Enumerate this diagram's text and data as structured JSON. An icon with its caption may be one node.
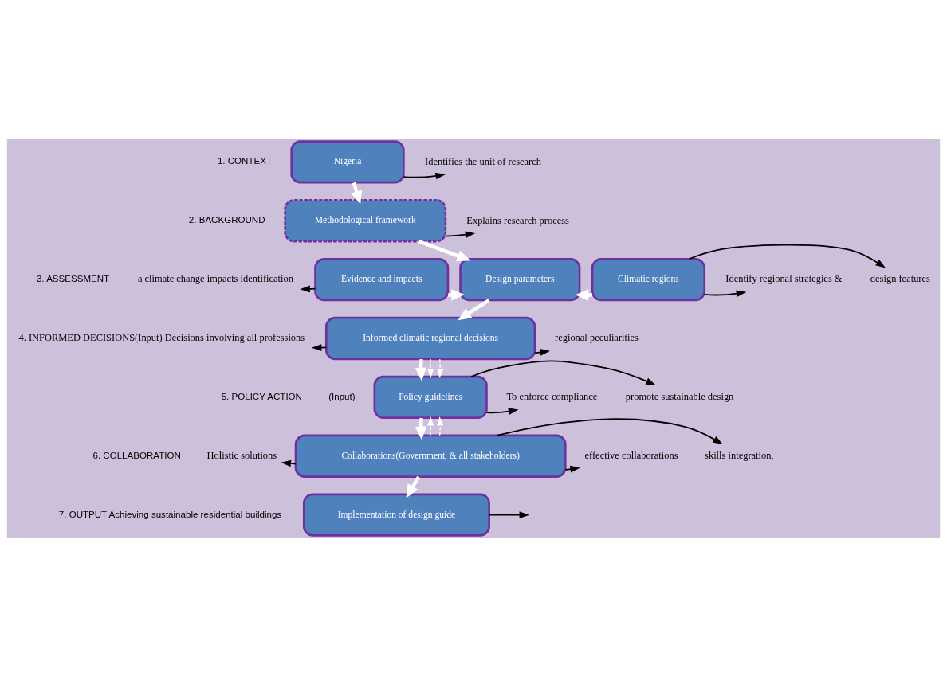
{
  "diagram": {
    "nodes": [
      {
        "text": [
          "Nigeria"
        ]
      },
      {
        "text": [
          "Methodological framework"
        ]
      },
      {
        "text": [
          "Evidence and impacts"
        ]
      },
      {
        "text": [
          "Design parameters"
        ]
      },
      {
        "text": [
          "Climatic regions"
        ]
      },
      {
        "text": [
          "Informed climatic regional decisions"
        ]
      },
      {
        "text": [
          "Policy guidelines"
        ]
      },
      {
        "text": [
          "Collaborations(Government, & all stakeholders)"
        ]
      },
      {
        "text": [
          "Implementation of design guide"
        ]
      },
      {
        "text": [
          "Identifies the unit of research"
        ]
      },
      {
        "text": [
          "Explains research process"
        ]
      },
      {
        "text": [
          "a climate change impacts identification"
        ]
      },
      {
        "text": [
          "Identify regional strategies &"
        ]
      },
      {
        "text": [
          "design features"
        ]
      },
      {
        "text": [
          "4. INFORMED DECISIONS(Input) Decisions involving all professions"
        ]
      },
      {
        "text": [
          "regional peculiarities"
        ]
      },
      {
        "text": [
          "To enforce compliance"
        ]
      },
      {
        "text": [
          "promote sustainable design"
        ]
      },
      {
        "text": [
          "effective collaborations"
        ]
      },
      {
        "text": [
          "skills integration,"
        ]
      },
      {
        "text": [
          "Holistic solutions"
        ]
      }
    ],
    "edges": [
      {
        "from": 0,
        "to": 1,
        "arrow": "to",
        "style": "thick",
        "color": "#ffffff"
      },
      {
        "from": 1,
        "to": 3,
        "arrow": "to",
        "style": "thick",
        "color": "#ffffff"
      },
      {
        "from": 2,
        "to": 3,
        "arrow": "to",
        "style": "thick",
        "color": "#ffffff"
      },
      {
        "from": 4,
        "to": 3,
        "arrow": "to",
        "style": "thick",
        "color": "#ffffff"
      },
      {
        "from": 3,
        "to": 5,
        "arrow": "to",
        "style": "thick",
        "color": "#ffffff"
      },
      {
        "from": 5,
        "to": 6,
        "arrow": "to",
        "style": "thick",
        "color": "#ffffff"
      },
      {
        "from": 5,
        "to": 6,
        "arrow": "to",
        "style": "dashed",
        "color": "#ffffff"
      },
      {
        "from": 5,
        "to": 6,
        "arrow": "to",
        "style": "dashed",
        "color": "#ffffff"
      },
      {
        "from": 7,
        "to": 6,
        "arrow": "to",
        "style": "dashed",
        "color": "#ffffff"
      },
      {
        "from": 7,
        "to": 6,
        "arrow": "to",
        "style": "dashed",
        "color": "#ffffff"
      },
      {
        "from": 6,
        "to": 7,
        "arrow": "to",
        "style": "thick",
        "color": "#ffffff"
      },
      {
        "from": 7,
        "to": 8,
        "arrow": "to",
        "style": "thick",
        "color": "#ffffff"
      },
      {
        "from": 0,
        "to": 9,
        "arrow": "to",
        "color": "#000000"
      },
      {
        "from": 1,
        "to": 10,
        "arrow": "to",
        "color": "#000000"
      },
      {
        "from": 2,
        "to": 11,
        "arrow": "to",
        "color": "#000000"
      },
      {
        "from": 4,
        "to": 12,
        "arrow": "to",
        "color": "#000000"
      },
      {
        "from": 4,
        "to": 13,
        "arrow": "to",
        "color": "#000000"
      },
      {
        "from": 5,
        "to": 14,
        "arrow": "to",
        "color": "#000000"
      },
      {
        "from": 5,
        "to": 15,
        "arrow": "to",
        "color": "#000000"
      },
      {
        "from": 6,
        "to": 16,
        "arrow": "to",
        "color": "#000000"
      },
      {
        "from": 6,
        "to": 17,
        "arrow": "to",
        "color": "#000000"
      },
      {
        "from": 7,
        "to": 18,
        "arrow": "to",
        "color": "#000000"
      },
      {
        "from": 7,
        "to": 19,
        "arrow": "to",
        "color": "#000000"
      },
      {
        "from": 7,
        "to": 20,
        "arrow": "to",
        "color": "#000000"
      },
      {
        "from": 8,
        "to": null,
        "arrow": "to",
        "color": "#000000"
      }
    ],
    "labels": [
      "1. CONTEXT",
      "2. BACKGROUND",
      "3. ASSESSMENT",
      "5. POLICY ACTION",
      "(Input)",
      "6. COLLABORATION",
      "7. OUTPUT Achieving sustainable residential buildings"
    ]
  }
}
